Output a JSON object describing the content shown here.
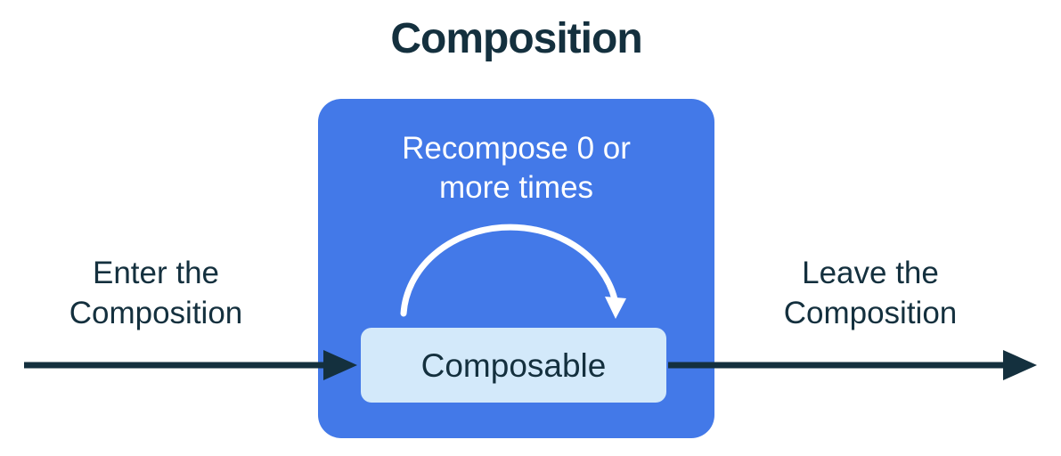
{
  "diagram": {
    "title": "Composition",
    "labels": {
      "enter": "Enter the\nComposition",
      "leave": "Leave the\nComposition",
      "recompose": "Recompose 0 or\nmore times",
      "composable": "Composable"
    },
    "colors": {
      "background": "#FFFFFF",
      "composition_box": "#4379E8",
      "composable_box": "#D3E9FA",
      "dark_text": "#14303E",
      "arrow": "#14303E",
      "arc": "#FFFFFF",
      "recompose_text": "#FFFFFF"
    }
  }
}
